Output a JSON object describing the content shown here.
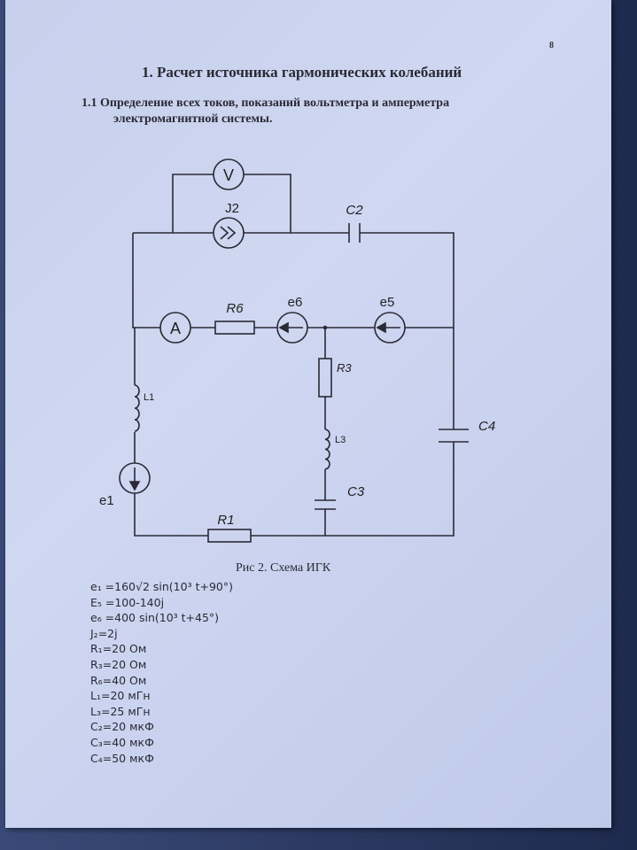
{
  "page_number": "8",
  "heading": "1.  Расчет источника гармонических колебаний",
  "subheading_line1": "1.1 Определение всех токов, показаний вольтметра и амперметра",
  "subheading_line2": "электромагнитной системы.",
  "circuit_labels": {
    "voltmeter": "V",
    "ammeter": "A",
    "j2": "J2",
    "c2": "C2",
    "r6": "R6",
    "e6": "e6",
    "e5": "e5",
    "r3": "R3",
    "l1": "L1",
    "l3": "L3",
    "c4": "C4",
    "c3": "C3",
    "e1": "e1",
    "r1": "R1"
  },
  "caption": "Рис 2. Схема ИГК",
  "parameters": [
    "e₁ =160√2 sin(10³ t+90°)",
    "E₅ =100-140j",
    "e₆ =400 sin(10³ t+45°)",
    "J₂=2j",
    "R₁=20 Ом",
    "R₃=20 Ом",
    "R₆=40 Ом",
    "L₁=20 мГн",
    "L₃=25 мГн",
    "C₂=20 мкФ",
    "C₃=40 мкФ",
    "C₄=50 мкФ"
  ]
}
